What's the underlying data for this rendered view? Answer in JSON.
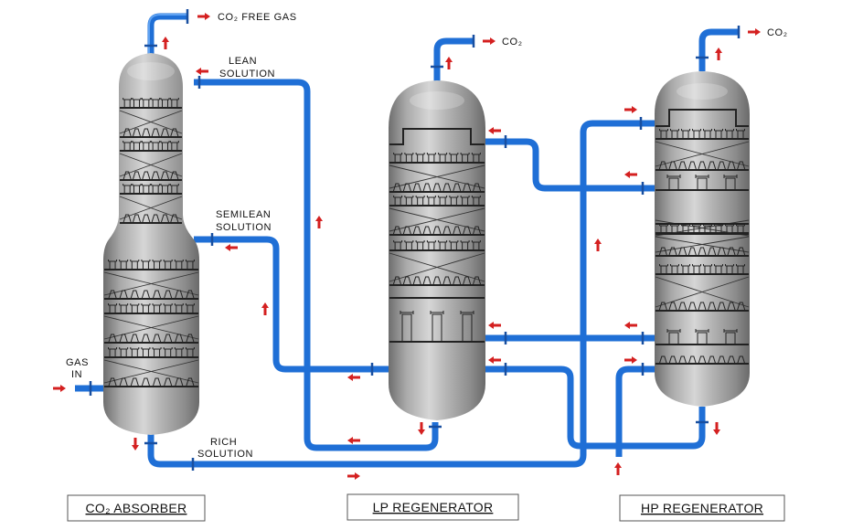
{
  "diagram": {
    "type": "process-flow-diagram",
    "description": "Two-stage CO2 capture: absorber with LP and HP regenerators",
    "colors": {
      "pipe": "#1f6fd6",
      "flow_arrow": "#d42020",
      "vessel_shell": "#a8a8a8",
      "label_text": "#111111"
    },
    "stream_labels": {
      "co2_free_gas": "CO₂ FREE  GAS",
      "lean_solution_line1": "LEAN",
      "lean_solution_line2": "SOLUTION",
      "semilean_solution_line1": "SEMILEAN",
      "semilean_solution_line2": "SOLUTION",
      "gas_in_line1": "GAS",
      "gas_in_line2": "IN",
      "rich_solution_line1": "RICH",
      "rich_solution_line2": "SOLUTION",
      "lp_co2_out": "CO₂",
      "hp_co2_out": "CO₂"
    },
    "vessels": [
      {
        "id": "absorber",
        "title": "CO₂ ABSORBER"
      },
      {
        "id": "lp-regenerator",
        "title": "LP  REGENERATOR"
      },
      {
        "id": "hp-regenerator",
        "title": "HP  REGENERATOR"
      }
    ],
    "icons": {
      "flow_arrow": "flow-arrow-icon",
      "flange": "pipe-flange-icon"
    }
  }
}
